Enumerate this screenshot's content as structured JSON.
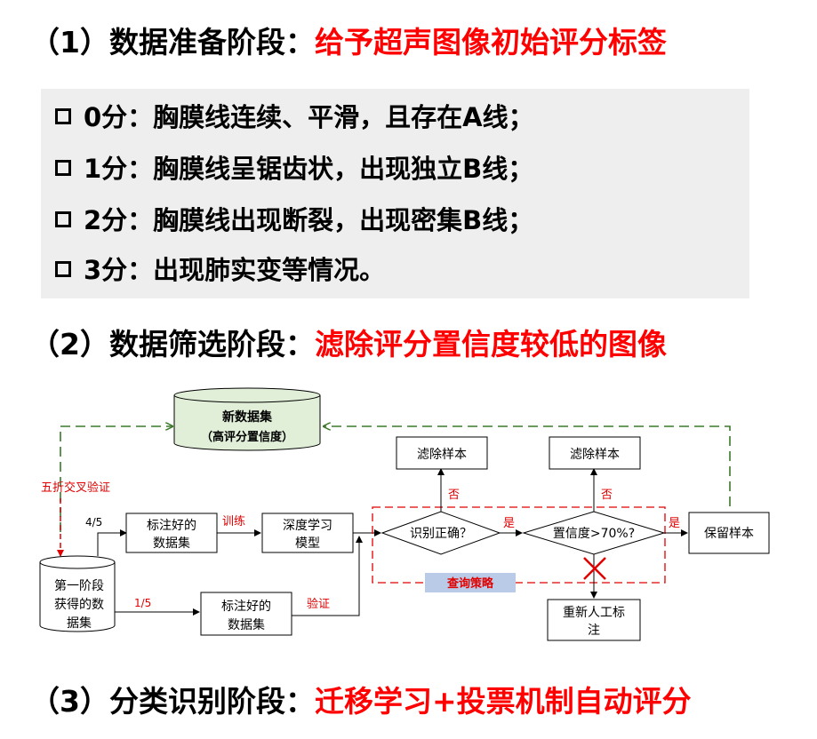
{
  "stage1": {
    "prefix": "（1）数据准备阶段：",
    "highlight": "给予超声图像初始评分标签"
  },
  "criteria": [
    "0分：胸膜线连续、平滑，且存在A线；",
    "1分：胸膜线呈锯齿状，出现独立B线；",
    "2分：胸膜线出现断裂，出现密集B线；",
    "3分：出现肺实变等情况。"
  ],
  "stage2": {
    "prefix": "（2）数据筛选阶段：",
    "highlight": "滤除评分置信度较低的图像"
  },
  "stage3": {
    "prefix": "（3）分类识别阶段：",
    "highlight": "迁移学习+投票机制自动评分"
  },
  "flow": {
    "new_dataset_line1": "新数据集",
    "new_dataset_line2": "（高评分置信度）",
    "first_stage_line1": "第一阶段",
    "first_stage_line2": "获得的数",
    "first_stage_line3": "据集",
    "crossval_label": "五折交叉验证",
    "split_train": "4/5",
    "split_val": "1/5",
    "labeled_line1": "标注好的",
    "labeled_line2": "数据集",
    "train_label": "训练",
    "validate_label": "验证",
    "model_line1": "深度学习",
    "model_line2": "模型",
    "decision_correct": "识别正确？",
    "decision_conf": "置信度>70%?",
    "no": "否",
    "yes": "是",
    "filter_sample": "滤除样本",
    "keep_sample": "保留样本",
    "relabel_line1": "重新人工标",
    "relabel_line2": "注",
    "query_strategy": "查询策略"
  }
}
